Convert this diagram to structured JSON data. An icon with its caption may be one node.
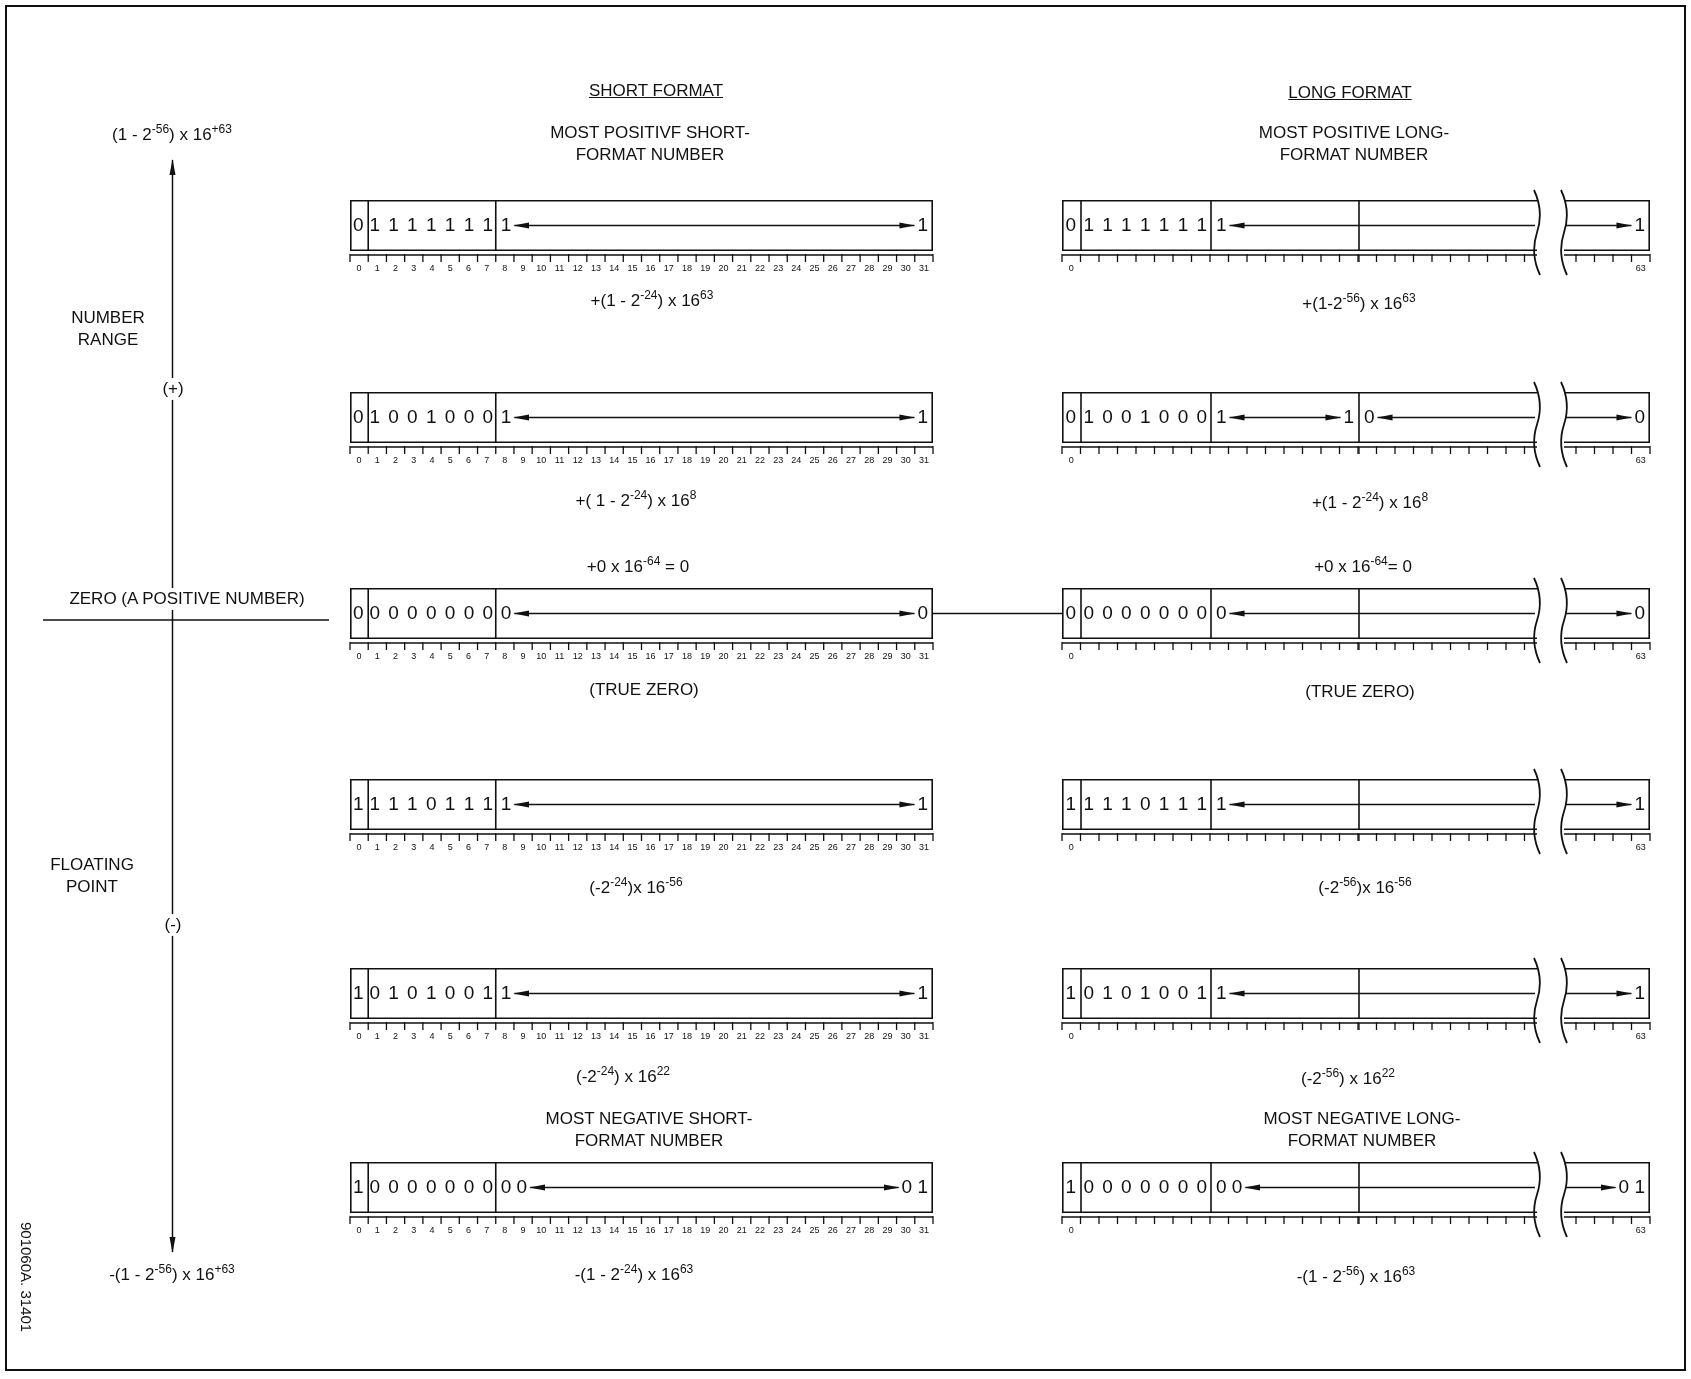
{
  "diagram": {
    "nodes": [
      {
        "text": [
          "0",
          "1 1 1 1 1 1 1",
          "1",
          "1"
        ],
        "beside": [
          "0",
          "1",
          "2",
          "3",
          "4",
          "5",
          "6",
          "7",
          "8",
          "9",
          "10",
          "11",
          "12",
          "13",
          "14",
          "15",
          "16",
          "17",
          "18",
          "19",
          "20",
          "21",
          "22",
          "23",
          "24",
          "25",
          "26",
          "27",
          "28",
          "29",
          "30",
          "31"
        ]
      },
      {
        "text": [
          "0",
          "1 1 1 1 1 1 1",
          "1",
          "1"
        ],
        "beside": [
          "0",
          "63"
        ]
      },
      {
        "text": [
          "0",
          "1 0 0 1 0 0 0",
          "1",
          "1"
        ],
        "beside": [
          "0",
          "1",
          "2",
          "3",
          "4",
          "5",
          "6",
          "7",
          "8",
          "9",
          "10",
          "11",
          "12",
          "13",
          "14",
          "15",
          "16",
          "17",
          "18",
          "19",
          "20",
          "21",
          "22",
          "23",
          "24",
          "25",
          "26",
          "27",
          "28",
          "29",
          "30",
          "31"
        ]
      },
      {
        "text": [
          "0",
          "1 0 0 1 0 0 0",
          "1",
          "1",
          "0",
          "0"
        ],
        "beside": [
          "0",
          "63"
        ]
      },
      {
        "text": [
          "0",
          "0 0 0 0 0 0 0",
          "0",
          "0"
        ],
        "beside": [
          "0",
          "1",
          "2",
          "3",
          "4",
          "5",
          "6",
          "7",
          "8",
          "9",
          "10",
          "11",
          "12",
          "13",
          "14",
          "15",
          "16",
          "17",
          "18",
          "19",
          "20",
          "21",
          "22",
          "23",
          "24",
          "25",
          "26",
          "27",
          "28",
          "29",
          "30",
          "31"
        ]
      },
      {
        "text": [
          "0",
          "0 0 0 0 0 0 0",
          "0",
          "0"
        ],
        "beside": [
          "0",
          "63"
        ]
      },
      {
        "text": [
          "1",
          "1 1 1 0 1 1 1",
          "1",
          "1"
        ],
        "beside": [
          "0",
          "1",
          "2",
          "3",
          "4",
          "5",
          "6",
          "7",
          "8",
          "9",
          "10",
          "11",
          "12",
          "13",
          "14",
          "15",
          "16",
          "17",
          "18",
          "19",
          "20",
          "21",
          "22",
          "23",
          "24",
          "25",
          "26",
          "27",
          "28",
          "29",
          "30",
          "31"
        ]
      },
      {
        "text": [
          "1",
          "1 1 1 0 1 1 1",
          "1",
          "1"
        ],
        "beside": [
          "0",
          "63"
        ]
      },
      {
        "text": [
          "1",
          "0 1 0 1 0 0 1",
          "1",
          "1"
        ],
        "beside": [
          "0",
          "1",
          "2",
          "3",
          "4",
          "5",
          "6",
          "7",
          "8",
          "9",
          "10",
          "11",
          "12",
          "13",
          "14",
          "15",
          "16",
          "17",
          "18",
          "19",
          "20",
          "21",
          "22",
          "23",
          "24",
          "25",
          "26",
          "27",
          "28",
          "29",
          "30",
          "31"
        ]
      },
      {
        "text": [
          "1",
          "0 1 0 1 0 0 1",
          "1",
          "1"
        ],
        "beside": [
          "0",
          "63"
        ]
      },
      {
        "text": [
          "1",
          "0 0 0 0 0 0 0",
          "0 0",
          "0 1"
        ],
        "beside": [
          "0",
          "1",
          "2",
          "3",
          "4",
          "5",
          "6",
          "7",
          "8",
          "9",
          "10",
          "11",
          "12",
          "13",
          "14",
          "15",
          "16",
          "17",
          "18",
          "19",
          "20",
          "21",
          "22",
          "23",
          "24",
          "25",
          "26",
          "27",
          "28",
          "29",
          "30",
          "31"
        ]
      },
      {
        "text": [
          "1",
          "0 0 0 0 0 0 0",
          "0 0",
          "0 1"
        ],
        "beside": [
          "0",
          "63"
        ]
      }
    ],
    "edges": [
      {
        "from": 4,
        "to": 5,
        "arrow": "none"
      }
    ],
    "labels": [
      "SHORT FORMAT",
      "LONG FORMAT",
      "(1 - 2$^{-56}$) x 16$^{+63}$",
      "MOST POSITIVF SHORT-FORMAT NUMBER",
      "MOST POSITIVE LONG- FORMAT NUMBER",
      "+(1 - 2$^{-24}$) x 16$^{63}$",
      "+(1-2$^{-56}$) x 16$^{63}$",
      "NUMBER RANGE",
      "(+)",
      "+( 1 - 2$^{-24}$) x 16$^{8}$",
      "+(1 - 2$^{-24}$) x 16$^{8}$",
      "+0 x 16$^{-64}$ = 0",
      "+0 x 16$^{-64}$= 0",
      "ZERO (A POSITIVE NUMBER)",
      "(TRUE ZERO)",
      "(TRUE ZERO)",
      "FLOATING POINT",
      "(-)",
      "(-2$^{-24}$)x 16$^{-56}$",
      "(-2$^{-56}$)x 16$^{-56}$",
      "(-2$^{-24}$) x 16$^{22}$",
      "(-2$^{-56}$) x 16$^{22}$",
      "MOST NEGATIVE SHORT- FORMAT NUMBER",
      "MOST NEGATIVE LONG- FORMAT NUMBER",
      "-(1 - 2$^{-56}$) x 16$^{+63}$",
      "-(1 - 2$^{-24}$) x 16$^{63}$",
      "-(1 - 2$^{-56}$) x 16$^{63}$",
      "901060A. 31401"
    ]
  }
}
